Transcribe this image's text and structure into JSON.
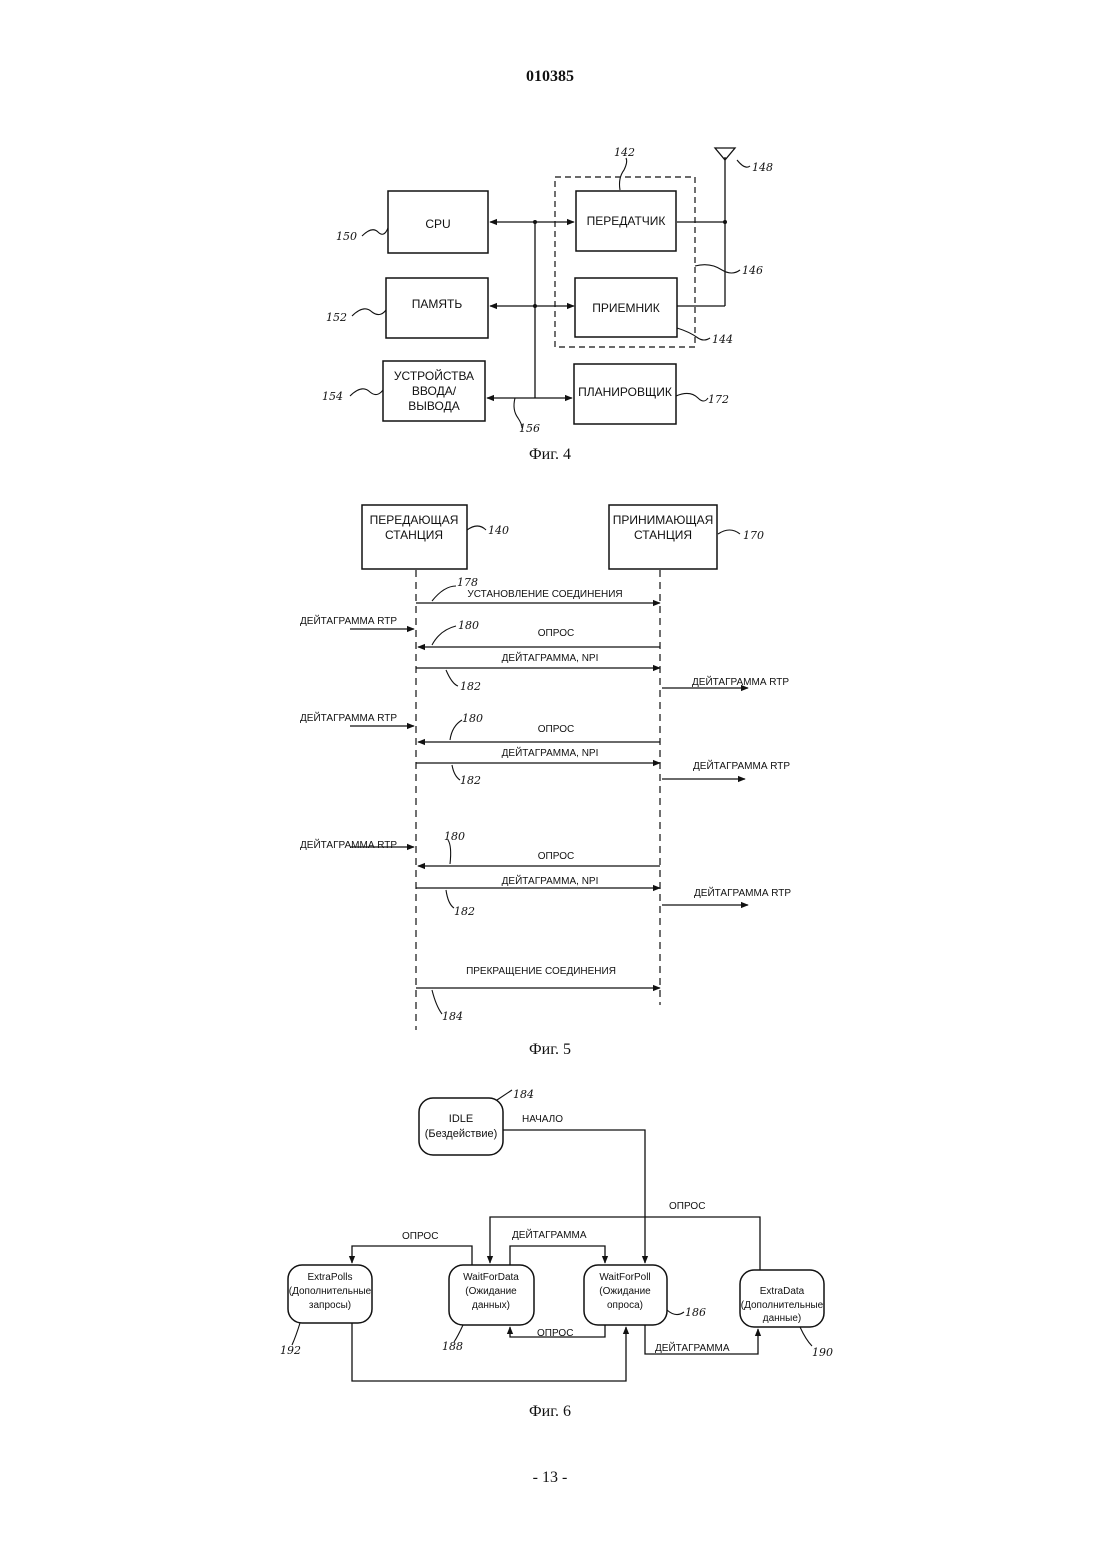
{
  "header": {
    "doc_number": "010385"
  },
  "fig4": {
    "caption": "Фиг. 4",
    "blocks": {
      "cpu": "CPU",
      "memory": "ПАМЯТЬ",
      "io_line1": "УСТРОЙСТВА",
      "io_line2": "ВВОДА/",
      "io_line3": "ВЫВОДА",
      "transmitter": "ПЕРЕДАТЧИК",
      "receiver": "ПРИЕМНИК",
      "scheduler": "ПЛАНИРОВЩИК"
    },
    "refs": {
      "cpu": "150",
      "memory": "152",
      "io": "154",
      "bus": "156",
      "transmitter": "142",
      "receiver": "144",
      "transceiver": "146",
      "antenna": "148",
      "scheduler": "172"
    }
  },
  "fig5": {
    "caption": "Фиг. 5",
    "stations": {
      "sender_line1": "ПЕРЕДАЮЩАЯ",
      "sender_line2": "СТАНЦИЯ",
      "sender_ref": "140",
      "receiver_line1": "ПРИНИМАЮЩАЯ",
      "receiver_line2": "СТАНЦИЯ",
      "receiver_ref": "170"
    },
    "setup": {
      "label": "УСТАНОВЛЕНИЕ СОЕДИНЕНИЯ",
      "ref": "178"
    },
    "exchanges": [
      {
        "input": "ДЕЙТАГРАММА RTP",
        "poll": "ОПРОС",
        "poll_ref": "180",
        "data": "ДЕЙТАГРАММА, NPI",
        "data_ref": "182",
        "output": "ДЕЙТАГРАММА RTP"
      },
      {
        "input": "ДЕЙТАГРАММА RTP",
        "poll": "ОПРОС",
        "poll_ref": "180",
        "data": "ДЕЙТАГРАММА, NPI",
        "data_ref": "182",
        "output": "ДЕЙТАГРАММА RTP"
      },
      {
        "input": "ДЕЙТАГРАММА RTP",
        "poll": "ОПРОС",
        "poll_ref": "180",
        "data": "ДЕЙТАГРАММА, NPI",
        "data_ref": "182",
        "output": "ДЕЙТАГРАММА RTP"
      }
    ],
    "teardown": {
      "label": "ПРЕКРАЩЕНИЕ СОЕДИНЕНИЯ",
      "ref": "184"
    }
  },
  "fig6": {
    "caption": "Фиг. 6",
    "states": {
      "idle_line1": "IDLE",
      "idle_line2": "(Бездействие)",
      "idle_ref": "184",
      "extrapolls_line1": "ExtraPolls",
      "extrapolls_line2": "(Дополнительные",
      "extrapolls_line3": "запросы)",
      "extrapolls_ref": "192",
      "waitfordata_line1": "WaitForData",
      "waitfordata_line2": "(Ожидание",
      "waitfordata_line3": "данных)",
      "waitfordata_ref": "188",
      "waitforpoll_line1": "WaitForPoll",
      "waitforpoll_line2": "(Ожидание",
      "waitforpoll_line3": "опроса)",
      "waitforpoll_ref": "186",
      "extradata_line1": "ExtraData",
      "extradata_line2": "(Дополнительные",
      "extradata_line3": "данные)",
      "extradata_ref": "190"
    },
    "transitions": {
      "start": "НАЧАЛО",
      "poll_top": "ОПРОС",
      "poll_left": "ОПРОС",
      "datagram_mid": "ДЕЙТАГРАММА",
      "poll_bottom": "ОПРОС",
      "datagram_bottom": "ДЕЙТАГРАММА"
    }
  },
  "footer": {
    "page_number": "- 13 -"
  }
}
